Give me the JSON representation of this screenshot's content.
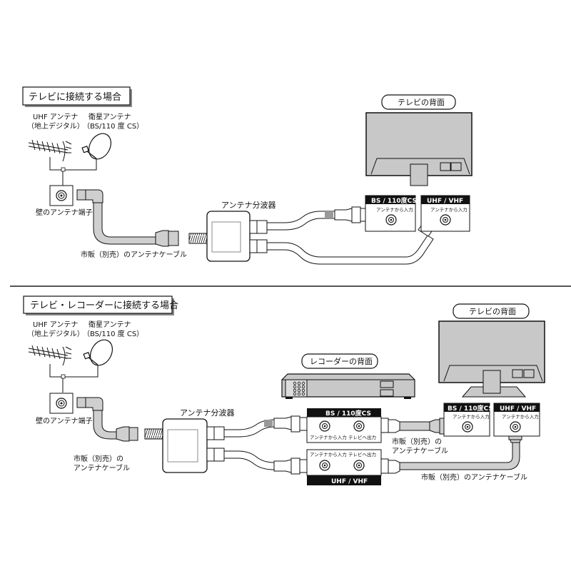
{
  "sections": [
    {
      "title": "テレビに接続する場合",
      "uhf_antenna": {
        "line1": "UHF アンテナ",
        "line2": "（地上デジタル）"
      },
      "sat_antenna": {
        "line1": "衛星アンテナ",
        "line2": "（BS/110 度 CS）"
      },
      "wall_terminal": "壁のアンテナ端子",
      "cable_label": "市販（別売）のアンテナケーブル",
      "splitter_label": "アンテナ分波器",
      "tv_title": "テレビの背面",
      "tv_ports": [
        {
          "header": "BS / 110度CS",
          "sub": "アンテナから入力"
        },
        {
          "header": "UHF / VHF",
          "sub": "アンテナから入力"
        }
      ]
    },
    {
      "title": "テレビ・レコーダーに接続する場合",
      "uhf_antenna": {
        "line1": "UHF アンテナ",
        "line2": "（地上デジタル）"
      },
      "sat_antenna": {
        "line1": "衛星アンテナ",
        "line2": "（BS/110 度 CS）"
      },
      "wall_terminal": "壁のアンテナ端子",
      "cable_label_line1": "市販（別売）の",
      "cable_label_line2": "アンテナケーブル",
      "splitter_label": "アンテナ分波器",
      "recorder_title": "レコーダーの背面",
      "recorder_ports": {
        "bs_header": "BS / 110度CS",
        "uhf_header": "UHF / VHF",
        "in_label": "アンテナから入力",
        "out_label": "テレビへ出力"
      },
      "mid_cable_line1": "市販（別売）の",
      "mid_cable_line2": "アンテナケーブル",
      "bottom_cable_label": "市販（別売）のアンテナケーブル",
      "tv_title": "テレビの背面",
      "tv_ports": [
        {
          "header": "BS / 110度CS",
          "sub": "アンテナから入力"
        },
        {
          "header": "UHF / VHF",
          "sub": "アンテナから入力"
        }
      ]
    }
  ],
  "colors": {
    "line": "#111111",
    "cable_fill": "#cfcfcf",
    "tv_fill": "#c8c8c8",
    "port_header": "#111111",
    "shadow": "#888888"
  }
}
